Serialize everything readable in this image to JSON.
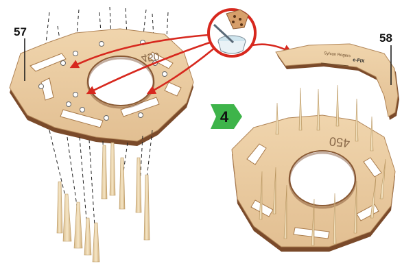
{
  "step": {
    "number": "4",
    "badge_color": "#3eb44a"
  },
  "parts": {
    "part_a": {
      "number": "57"
    },
    "part_b": {
      "number": "58",
      "engraving": [
        "Sylvan Rogers",
        "e-FIX"
      ]
    }
  },
  "board_engraving": "450",
  "colors": {
    "wood": "#e8c9a0",
    "wood_edge": "#7a4a2a",
    "arrow": "#d7281e",
    "pin": "#efd9b0"
  },
  "icons": {
    "glue": "glue-bowl-with-brush-icon"
  }
}
